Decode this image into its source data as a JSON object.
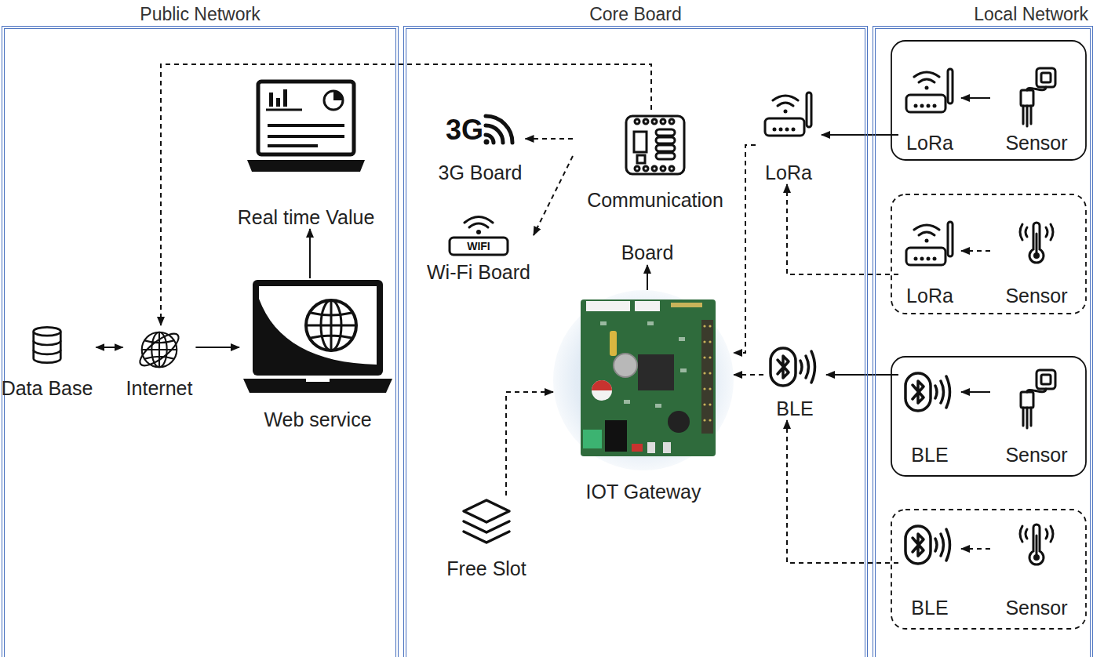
{
  "diagram": {
    "nodes": [
      {
        "text": [
          "Public Network"
        ]
      },
      {
        "text": [
          "Data Base"
        ],
        "in": 0
      },
      {
        "text": [
          "Internet"
        ],
        "in": 0
      },
      {
        "text": [
          "Web service"
        ],
        "in": 0
      },
      {
        "text": [
          "Real time Value"
        ],
        "in": 0
      },
      {
        "text": [
          "Core Board"
        ]
      },
      {
        "text": [
          "3G Board"
        ],
        "in": 5
      },
      {
        "text": [
          "Wi-Fi Board"
        ],
        "in": 5
      },
      {
        "text": [
          "Communication"
        ],
        "in": 5
      },
      {
        "text": [
          "Board"
        ],
        "in": 5
      },
      {
        "text": [
          "IOT Gateway"
        ],
        "in": 5
      },
      {
        "text": [
          "Free Slot"
        ],
        "in": 5
      },
      {
        "text": [
          "LoRa"
        ],
        "in": 5
      },
      {
        "text": [
          "BLE"
        ],
        "in": 5
      },
      {
        "text": [
          "Local Network"
        ]
      },
      {
        "text": [
          "LoRa"
        ],
        "in": 14
      },
      {
        "text": [
          "Sensor"
        ],
        "in": 14
      },
      {
        "text": [
          "LoRa"
        ],
        "in": 14
      },
      {
        "text": [
          "Sensor"
        ],
        "in": 14
      },
      {
        "text": [
          "BLE"
        ],
        "in": 14
      },
      {
        "text": [
          "Sensor"
        ],
        "in": 14
      },
      {
        "text": [
          "BLE"
        ],
        "in": 14
      },
      {
        "text": [
          "Sensor"
        ],
        "in": 14
      }
    ],
    "edges": [
      {
        "from": 1,
        "to": 2,
        "arrow": "both"
      },
      {
        "from": 2,
        "to": 3,
        "arrow": "to"
      },
      {
        "from": 3,
        "to": 4,
        "arrow": "to"
      },
      {
        "from": 8,
        "to": 2,
        "arrow": "to"
      },
      {
        "from": 8,
        "to": 6,
        "arrow": "to"
      },
      {
        "from": 8,
        "to": 7,
        "arrow": "to"
      },
      {
        "from": 10,
        "to": 9,
        "arrow": "to"
      },
      {
        "from": 11,
        "to": 10,
        "arrow": "to"
      },
      {
        "from": 12,
        "to": 10,
        "arrow": "to"
      },
      {
        "from": 13,
        "to": 10,
        "arrow": "to"
      },
      {
        "from": 16,
        "to": 15,
        "arrow": "to"
      },
      {
        "from": 15,
        "to": 12,
        "arrow": "to"
      },
      {
        "from": 18,
        "to": 17,
        "arrow": "to"
      },
      {
        "from": 17,
        "to": 12,
        "arrow": "to"
      },
      {
        "from": 20,
        "to": 19,
        "arrow": "to"
      },
      {
        "from": 19,
        "to": 13,
        "arrow": "to"
      },
      {
        "from": 22,
        "to": 21,
        "arrow": "to"
      },
      {
        "from": 21,
        "to": 13,
        "arrow": "to"
      }
    ],
    "labels": [
      "3G",
      "WIFI"
    ]
  }
}
